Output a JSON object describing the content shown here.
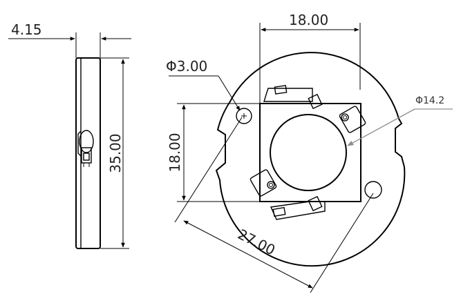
{
  "dimensions": {
    "thickness": "4.15",
    "height": "35.00",
    "hole_diameter": "Φ3.00",
    "width_top": "18.00",
    "height_left": "18.00",
    "outer_diameter": "27.00",
    "lens_diameter": "Φ14.2"
  }
}
